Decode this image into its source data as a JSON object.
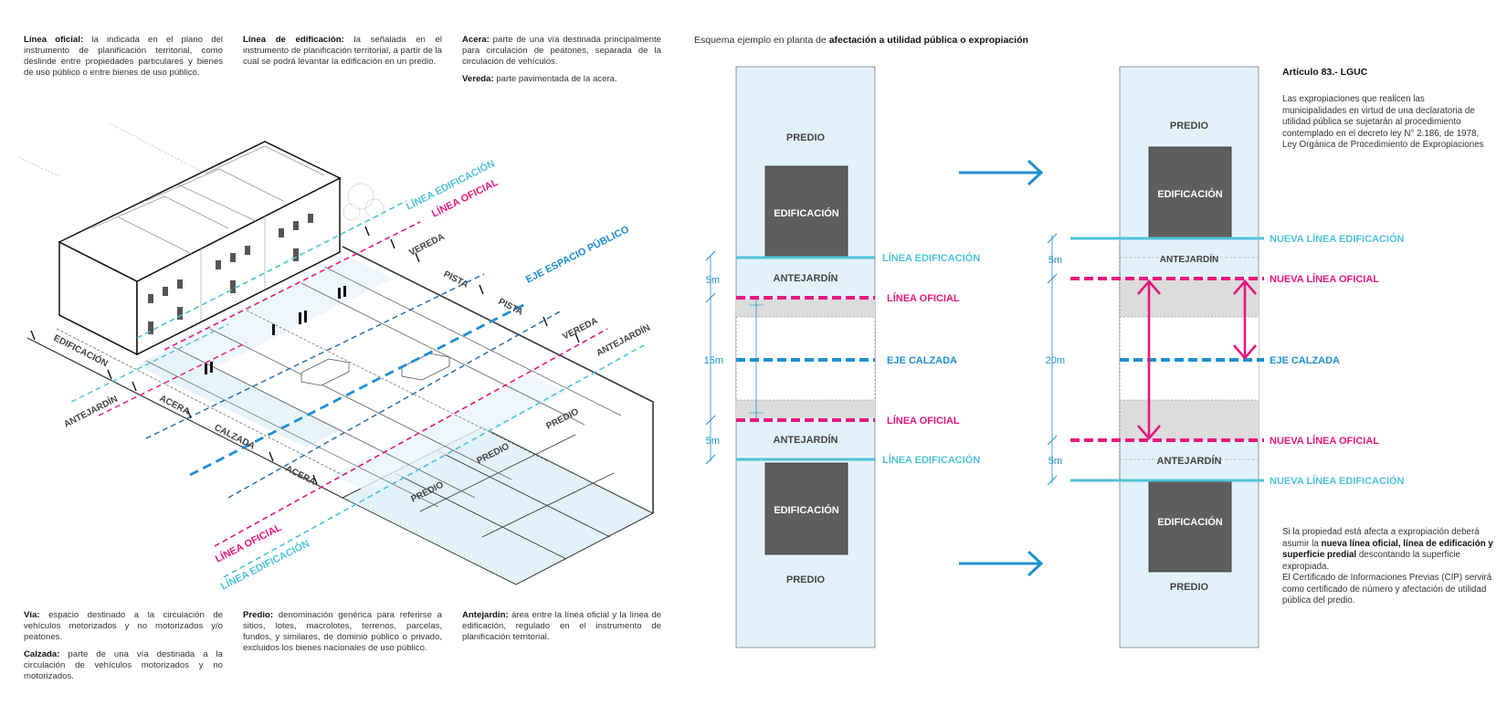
{
  "definitions_top": [
    {
      "term": "Línea oficial:",
      "text": " la indicada en el plano del instrumento de planificación territorial, como deslinde entre propiedades particulares y bienes de uso público o entre bienes de uso público."
    },
    {
      "term": "Línea de edificación:",
      "text": " la señalada en el instrumento de planificación territorial, a partir de la cual se podrá levantar la edificación en un predio."
    },
    {
      "term": "Acera:",
      "text": " parte de una vía destinada principalmente para circulación de peatones, separada de la circulación de vehículos."
    },
    {
      "term": "Vereda:",
      "text": " parte pavimentada de la acera."
    }
  ],
  "definitions_bottom": [
    {
      "term": "Vía:",
      "text": " espacio destinado a la circulación de vehículos motorizados y no motorizados y/o peatones."
    },
    {
      "term": "Calzada:",
      "text": " parte de una vía destinada a la circulación de vehículos motorizados y no motorizados."
    },
    {
      "term": "Predio:",
      "text": " denominación genérica para referirse a sitios, lotes, macrolotes, terrenos, parcelas, fundos, y similares, de dominio público o privado, excluidos los bienes nacionales de uso público."
    },
    {
      "term": "Antejardín:",
      "text": " área entre la línea oficial y la línea de edificación, regulado en el instrumento de planificación territorial."
    }
  ],
  "iso": {
    "linea_edificacion": "LÍNEA EDIFICACIÓN",
    "linea_oficial": "LÍNEA OFICIAL",
    "vereda": "VEREDA",
    "pista": "PISTA",
    "eje_espacio_publico": "EJE ESPACIO PÚBLICO",
    "antejardin": "ANTEJARDÍN",
    "edificacion": "EDIFICACIÓN",
    "acera": "ACERA",
    "calzada": "CALZADA",
    "predio": "PREDIO"
  },
  "plan": {
    "title_prefix": "Esquema ejemplo en planta de ",
    "title_bold": "afectación a utilidad pública o expropiación",
    "predio": "PREDIO",
    "edificacion": "EDIFICACIÓN",
    "antejardin": "ANTEJARDÍN",
    "linea_edificacion": "LÍNEA EDIFICACIÓN",
    "linea_oficial": "LÍNEA OFICIAL",
    "eje_calzada": "EJE CALZADA",
    "nueva_linea_edificacion": "NUEVA LÍNEA EDIFICACIÓN",
    "nueva_linea_oficial": "NUEVA LÍNEA OFICIAL",
    "dim_5m": "5m",
    "dim_15m": "15m",
    "dim_20m": "20m"
  },
  "article": {
    "title": "Artículo 83.- LGUC",
    "text": "Las expropiaciones que realicen las municipalidades en virtud de una declaratoria de utilidad pública se sujetarán al procedimiento contemplado en el decreto ley N° 2.186, de 1978, Ley Orgánica de Procedimiento de Expropiaciones"
  },
  "note": {
    "p1_pre": "Si la propiedad está afecta a expropiación deberá asumir la ",
    "p1_bold": "nueva línea oficial, línea de edificación y superficie predial",
    "p1_post": " descontando la superficie expropiada.",
    "p2": "El Certificado de Informaciones Previas (CIP) servirá como certificado de número y afectación de utilidad pública del predio."
  },
  "colors": {
    "cyan": "#4ec3d7",
    "magenta": "#e6187f",
    "blue": "#1f8fd1",
    "fill": "#e2f2fa",
    "gray": "#dcdcdc",
    "building": "#5e5e5e",
    "dark_blue": "#1b6aa8"
  }
}
